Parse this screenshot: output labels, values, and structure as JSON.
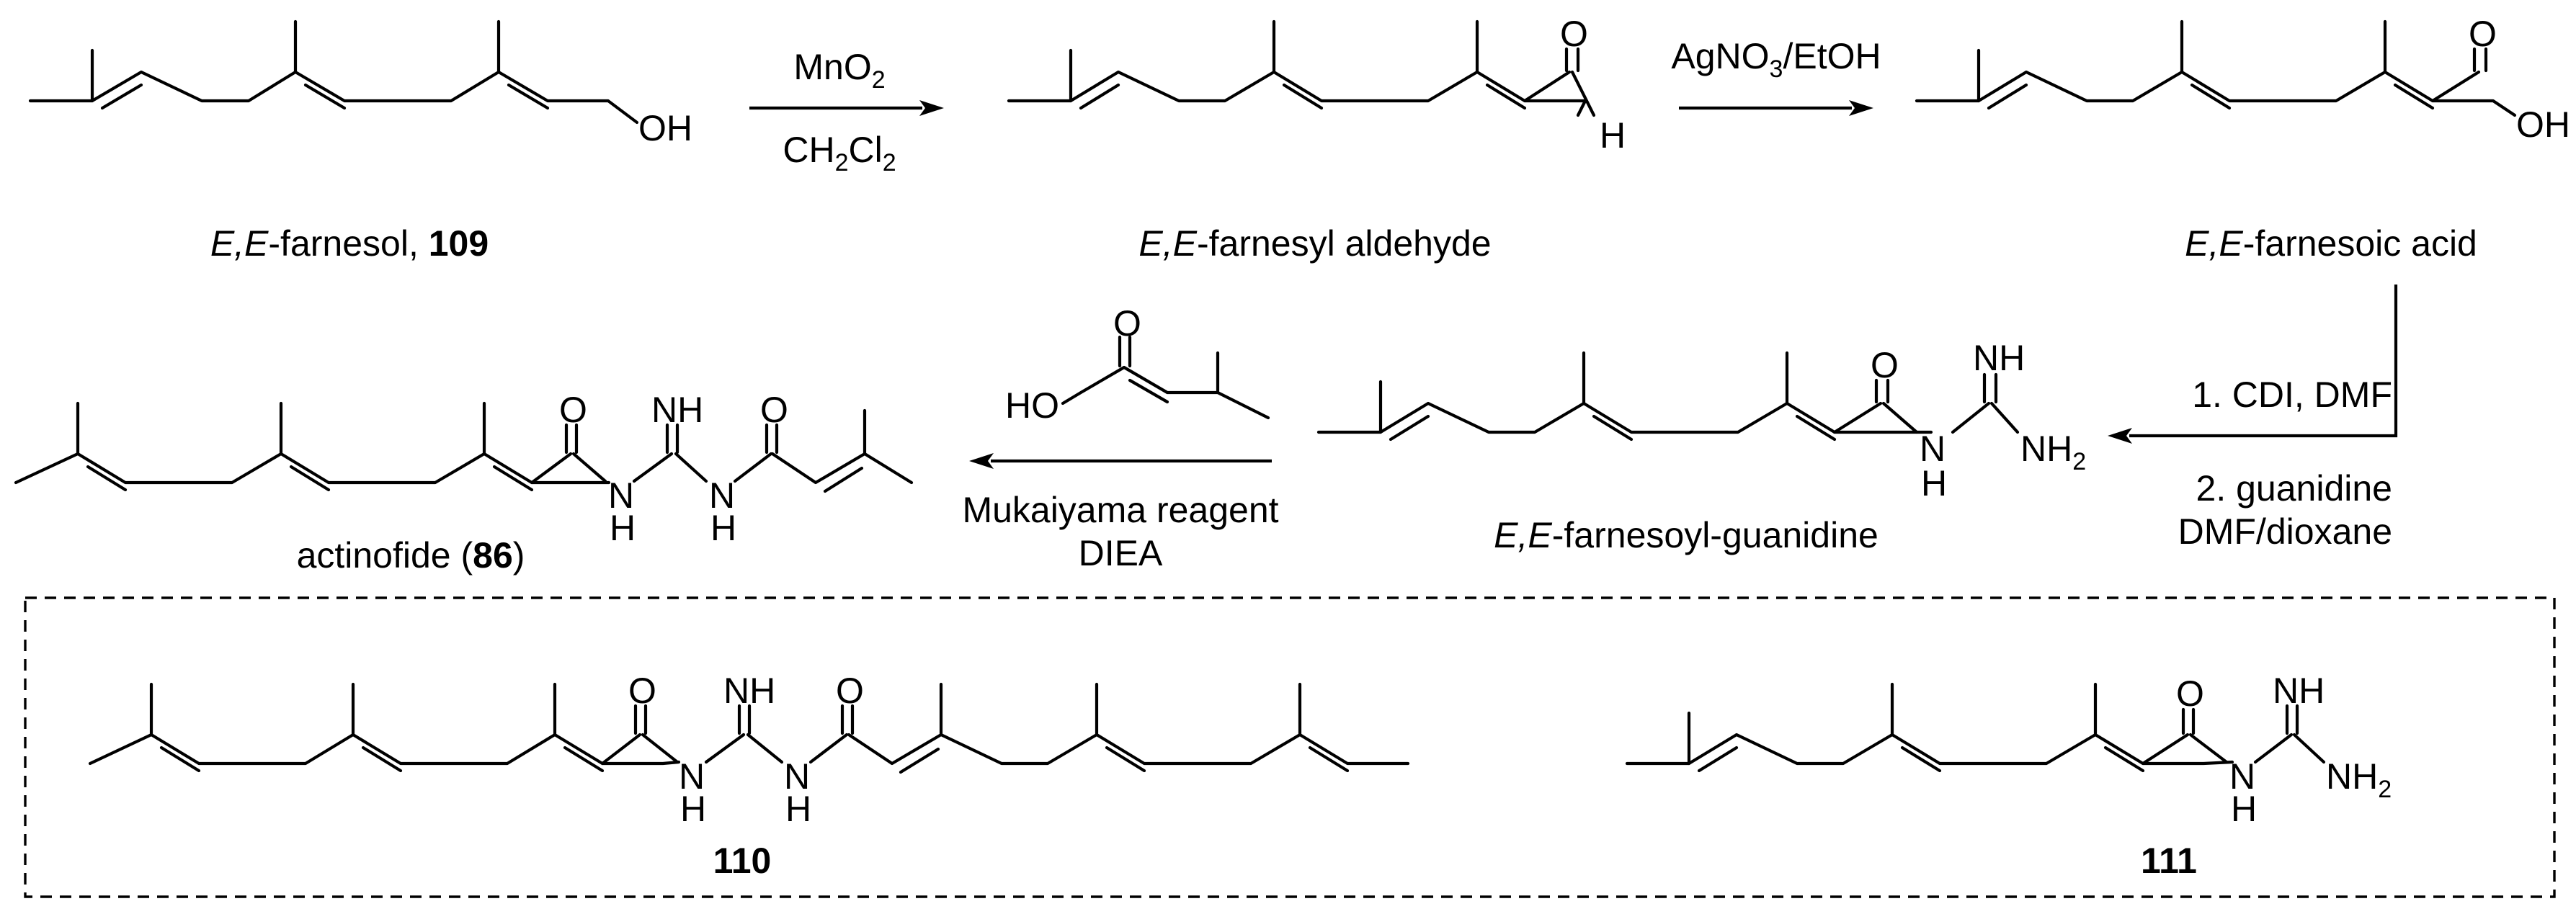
{
  "compounds": {
    "farnesol": {
      "name_italic": "E,E",
      "name_rest": "-farnesol, ",
      "number": "109"
    },
    "aldehyde": {
      "name_italic": "E,E",
      "name_rest": "-farnesyl aldehyde"
    },
    "acid": {
      "name_italic": "E,E",
      "name_rest": "-farnesoic acid"
    },
    "guanidine": {
      "name_italic": "E,E",
      "name_rest": "-farnesoyl-guanidine"
    },
    "actinofide": {
      "name_pre": "actinofide (",
      "number": "86",
      "name_post": ")"
    },
    "c110": {
      "number": "110"
    },
    "c111": {
      "number": "111"
    }
  },
  "reagents": {
    "step1": {
      "top_main": "MnO",
      "top_sub": "2",
      "bottom_a": "CH",
      "bottom_sub1": "2",
      "bottom_b": "Cl",
      "bottom_sub2": "2"
    },
    "step2": {
      "top_a": "AgNO",
      "top_sub": "3",
      "top_b": "/EtOH"
    },
    "step3": {
      "line1": "1. CDI, DMF",
      "line2": "2. guanidine",
      "line3": "DMF/dioxane"
    },
    "step4": {
      "line1": "Mukaiyama reagent",
      "line2": "DIEA"
    }
  },
  "atoms": {
    "O": "O",
    "OH": "OH",
    "HO": "HO",
    "H": "H",
    "N": "N",
    "NH": "NH",
    "NH_main": "NH",
    "NH2_sub": "2"
  },
  "icons": {
    "arrow": "reaction-arrow-icon",
    "box": "dashed-box"
  }
}
